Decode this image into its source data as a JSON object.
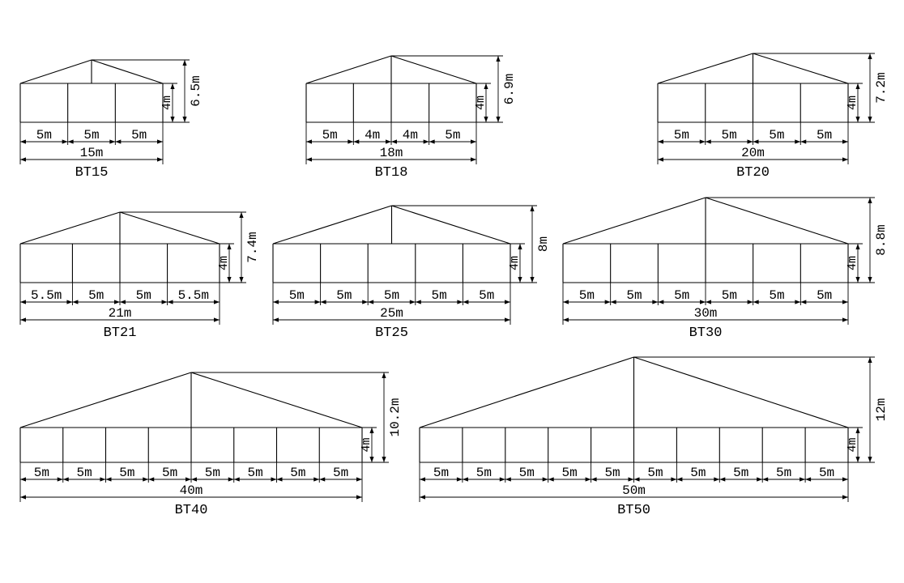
{
  "diagrams": [
    {
      "name": "BT15",
      "span_label": "15m",
      "bays": [
        "5m",
        "5m",
        "5m"
      ],
      "height": "6.5m",
      "wall": "4m"
    },
    {
      "name": "BT18",
      "span_label": "18m",
      "bays": [
        "5m",
        "4m",
        "4m",
        "5m"
      ],
      "height": "6.9m",
      "wall": "4m"
    },
    {
      "name": "BT20",
      "span_label": "20m",
      "bays": [
        "5m",
        "5m",
        "5m",
        "5m"
      ],
      "height": "7.2m",
      "wall": "4m"
    },
    {
      "name": "BT21",
      "span_label": "21m",
      "bays": [
        "5.5m",
        "5m",
        "5m",
        "5.5m"
      ],
      "height": "7.4m",
      "wall": "4m"
    },
    {
      "name": "BT25",
      "span_label": "25m",
      "bays": [
        "5m",
        "5m",
        "5m",
        "5m",
        "5m"
      ],
      "height": "8m",
      "wall": "4m"
    },
    {
      "name": "BT30",
      "span_label": "30m",
      "bays": [
        "5m",
        "5m",
        "5m",
        "5m",
        "5m",
        "5m"
      ],
      "height": "8.8m",
      "wall": "4m"
    },
    {
      "name": "BT40",
      "span_label": "40m",
      "bays": [
        "5m",
        "5m",
        "5m",
        "5m",
        "5m",
        "5m",
        "5m",
        "5m"
      ],
      "height": "10.2m",
      "wall": "4m"
    },
    {
      "name": "BT50",
      "span_label": "50m",
      "bays": [
        "5m",
        "5m",
        "5m",
        "5m",
        "5m",
        "5m",
        "5m",
        "5m",
        "5m",
        "5m"
      ],
      "height": "12m",
      "wall": "4m"
    }
  ]
}
